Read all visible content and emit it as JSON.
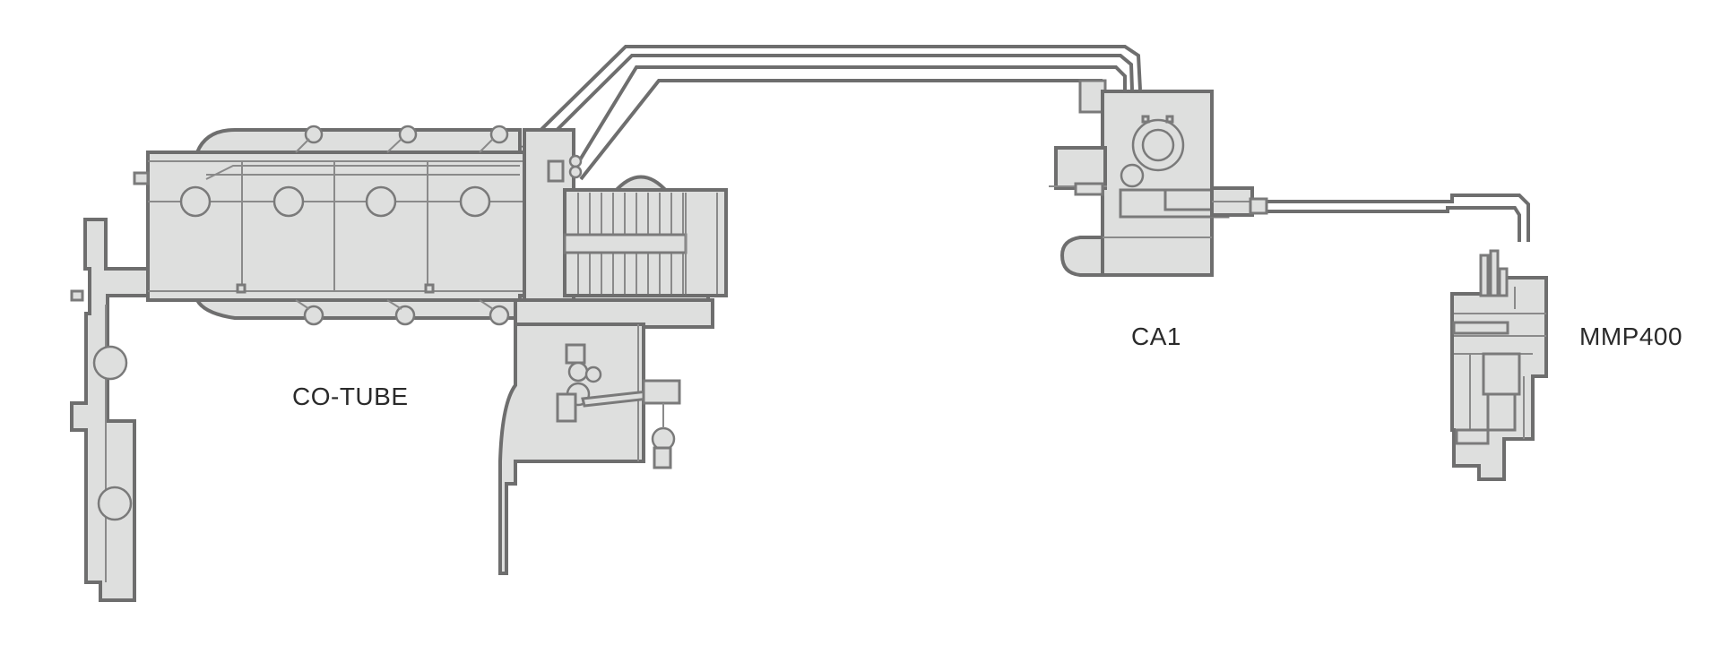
{
  "diagram": {
    "background_color": "#ffffff",
    "fill_color": "#dedfde",
    "stroke_color": "#6e6e6e",
    "components": [
      {
        "id": "co-tube",
        "label": "CO-TUBE"
      },
      {
        "id": "ca1",
        "label": "CA1"
      },
      {
        "id": "mmp400",
        "label": "MMP400"
      }
    ]
  }
}
